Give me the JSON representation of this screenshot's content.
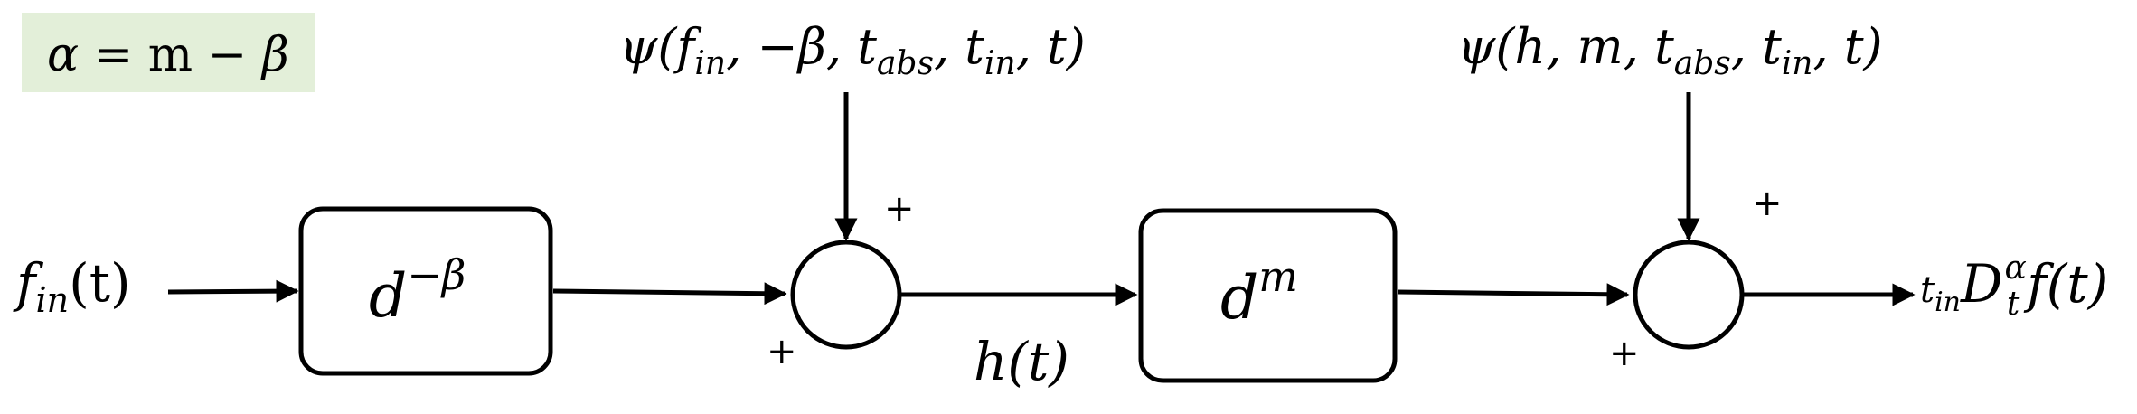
{
  "formula": {
    "alpha": "α",
    "eq": " = ",
    "m": "m",
    "minus": " − ",
    "beta": "β"
  },
  "colors": {
    "formula_bg": "#e3efd9",
    "stroke": "#000000"
  },
  "input": {
    "f": "f",
    "sub": "in",
    "arg": "(t)"
  },
  "block1": {
    "d": "d",
    "exp": "−β"
  },
  "block2": {
    "d": "d",
    "exp": "m"
  },
  "psi1": {
    "open": "ψ(",
    "f": "f",
    "f_sub": "in",
    "mid1": ", −β, ",
    "t1": "t",
    "t1_sub": "abs",
    "sep": ", ",
    "t2": "t",
    "t2_sub": "in",
    "close": ", t)"
  },
  "psi2": {
    "open": "ψ(h, m, ",
    "t1": "t",
    "t1_sub": "abs",
    "sep": ", ",
    "t2": "t",
    "t2_sub": "in",
    "close": ", t)"
  },
  "signs": {
    "sum1_top": "+",
    "sum1_bottom": "+",
    "sum2_top": "+",
    "sum2_bottom": "+"
  },
  "mid_signal": "h(t)",
  "output": {
    "t": "t",
    "t_sub": "in",
    "D": "D",
    "D_sub": "t",
    "D_sup": "α",
    "rest": "f(t)"
  }
}
